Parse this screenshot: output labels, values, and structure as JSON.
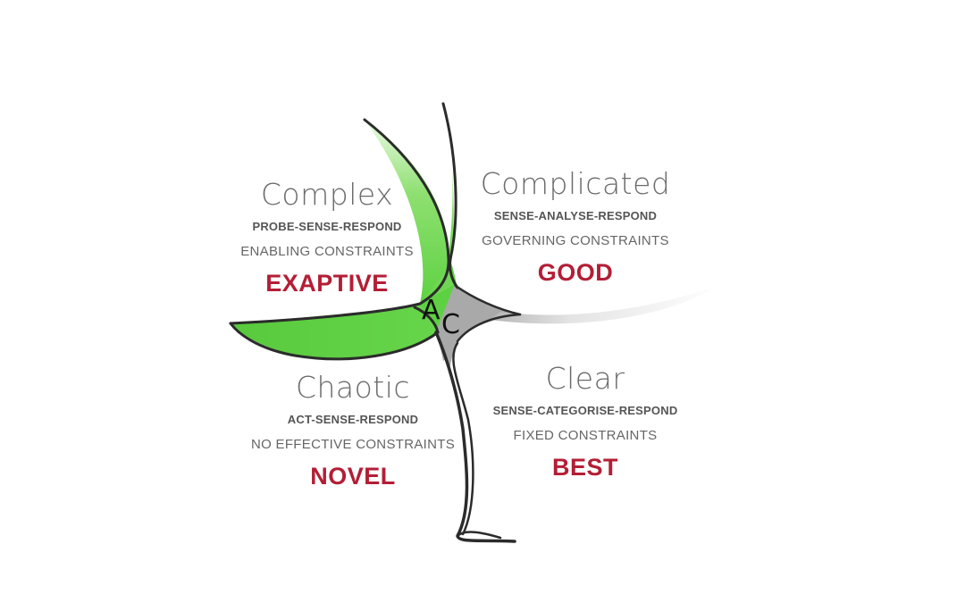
{
  "domains": {
    "complex": {
      "name": "Complex",
      "approach": "PROBE-SENSE-RESPOND",
      "constraints": "ENABLING CONSTRAINTS",
      "practice": "EXAPTIVE"
    },
    "complicated": {
      "name": "Complicated",
      "approach": "SENSE-ANALYSE-RESPOND",
      "constraints": "GOVERNING CONSTRAINTS",
      "practice": "GOOD"
    },
    "chaotic": {
      "name": "Chaotic",
      "approach": "ACT-SENSE-RESPOND",
      "constraints": "NO EFFECTIVE CONSTRAINTS",
      "practice": "NOVEL"
    },
    "clear": {
      "name": "Clear",
      "approach": "SENSE-CATEGORISE-RESPOND",
      "constraints": "FIXED CONSTRAINTS",
      "practice": "BEST"
    }
  },
  "centre": {
    "letter_a": "A",
    "letter_c": "C"
  },
  "colors": {
    "green": "#5ed142",
    "green_light": "#e9f7e2",
    "grey": "#a9a9a9",
    "outline": "#2b2b2b",
    "practice_red": "#b31e35"
  }
}
